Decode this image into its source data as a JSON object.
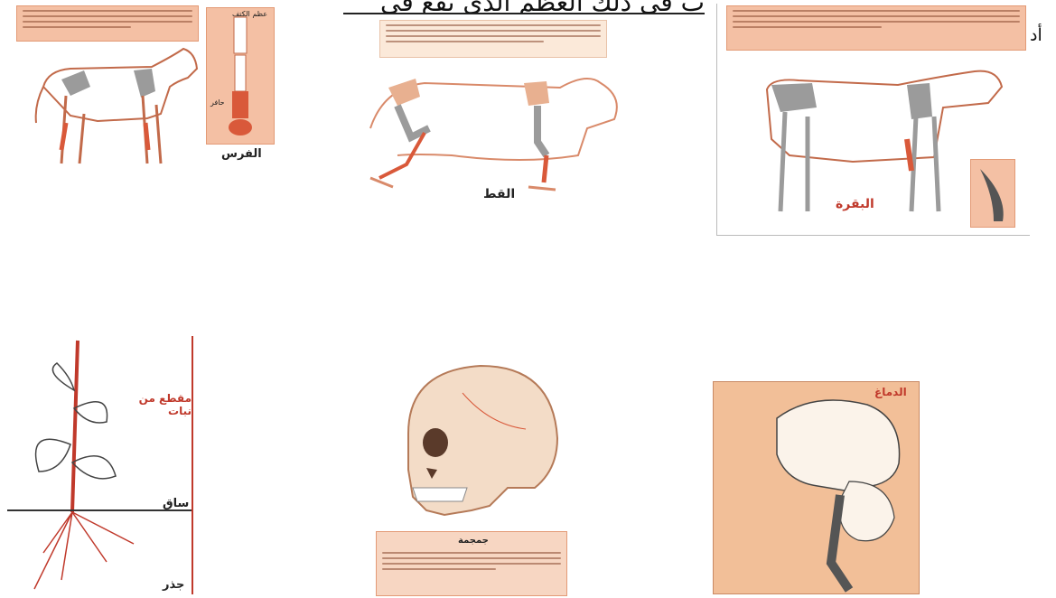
{
  "page": {
    "heading_fragment": "ب في ذلك العظم الذي يقع في",
    "side_fragment": "أد"
  },
  "panels": {
    "horse": {
      "caption": "الفرس",
      "inset_labels": [
        "عظم الكتف",
        "حافر"
      ]
    },
    "cat": {
      "caption": "القط"
    },
    "cow": {
      "caption": "البقرة"
    },
    "plant": {
      "title": "مقطع من نبات",
      "stem_label": "ساق",
      "root_label": "جذر"
    },
    "skull": {
      "legend_title": "جمجمة"
    },
    "brain": {
      "title": "الدماغ"
    }
  },
  "colors": {
    "peach": "#f4c0a4",
    "bone_gray": "#9b9b9b",
    "red_bone": "#d9593a",
    "outline": "#c26a4a"
  },
  "icons": [
    "horse-skeleton-icon",
    "cat-skeleton-icon",
    "cow-skeleton-icon",
    "plant-section-icon",
    "skull-icon",
    "brain-section-icon"
  ]
}
